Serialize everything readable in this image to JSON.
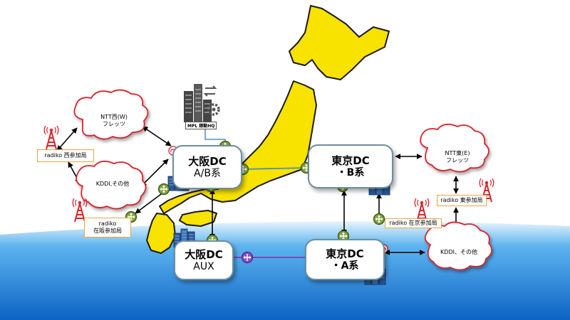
{
  "diagram": {
    "datacenters": [
      {
        "id": "osaka-ab",
        "title": "大阪DC",
        "subtitle": "A/B系"
      },
      {
        "id": "tokyo-b",
        "title": "東京DC",
        "subtitle": "・B系"
      },
      {
        "id": "osaka-aux",
        "title": "大阪DC",
        "subtitle": "AUX"
      },
      {
        "id": "tokyo-a",
        "title": "東京DC",
        "subtitle": "・A系"
      }
    ],
    "clouds": [
      {
        "id": "ntt-west",
        "line1": "NTT西(W)",
        "line2": "フレッツ"
      },
      {
        "id": "kddi-west",
        "line1": "KDDI,その他",
        "line2": ""
      },
      {
        "id": "ntt-east",
        "line1": "NTT東(E)",
        "line2": "フレッツ"
      },
      {
        "id": "kddi-east",
        "line1": "KDDI、その他",
        "line2": ""
      }
    ],
    "labels": {
      "radiko_west": "radiko 西参加局",
      "radiko_osaka": "radiko\n在阪参加局",
      "radiko_tokyo": "radiko 在京参加局",
      "radiko_east": "radiko 東参加局",
      "hq": "MPL 稼動HQ"
    },
    "colors": {
      "japan": "#f7e200",
      "sea": "#1e7fd6",
      "sea_light": "#cfe9fb",
      "cloud_border": "#d9232a",
      "tower": "#d9232a",
      "router": "#6b8f2a",
      "aux_link": "#7d4bb8",
      "label_border": "#e8a640",
      "dc_border": "#6b8e9e"
    }
  }
}
